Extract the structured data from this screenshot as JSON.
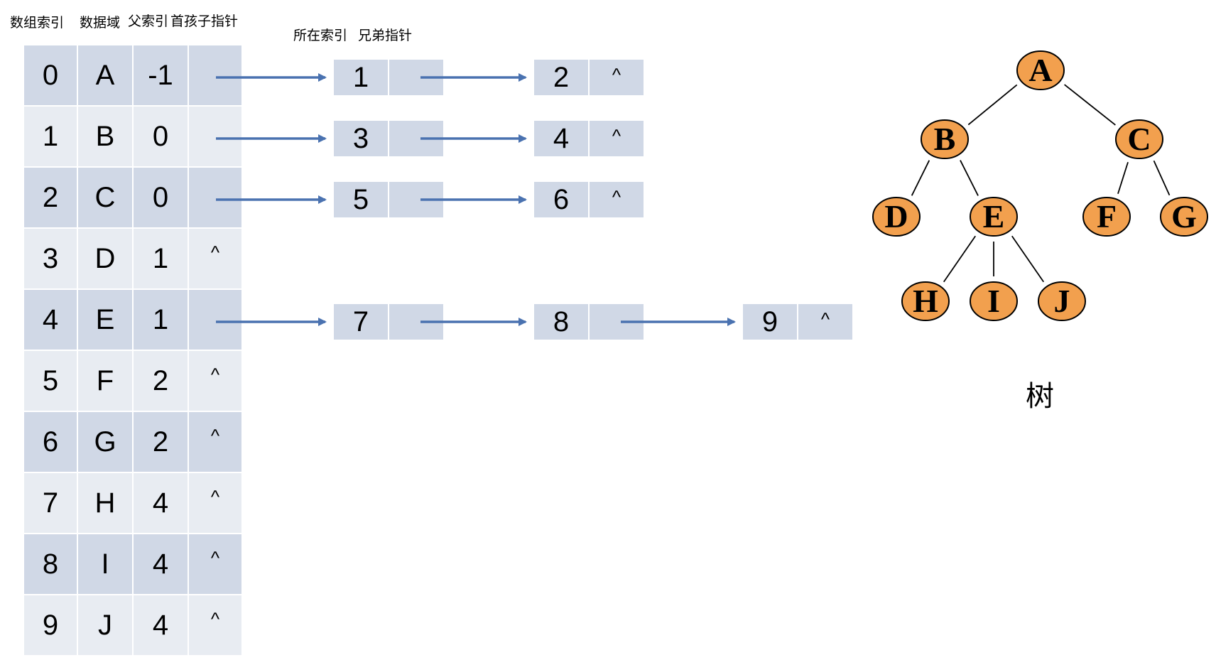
{
  "headers": {
    "array_index": "数组索引",
    "data_field": "数据域",
    "parent_index": "父索引",
    "first_child_pointer": "首孩子指针",
    "node_index": "所在索引",
    "sibling_pointer": "兄弟指针"
  },
  "null_symbol": "^",
  "table": [
    {
      "index": "0",
      "data": "A",
      "parent": "-1",
      "child": ""
    },
    {
      "index": "1",
      "data": "B",
      "parent": "0",
      "child": ""
    },
    {
      "index": "2",
      "data": "C",
      "parent": "0",
      "child": ""
    },
    {
      "index": "3",
      "data": "D",
      "parent": "1",
      "child": "^"
    },
    {
      "index": "4",
      "data": "E",
      "parent": "1",
      "child": ""
    },
    {
      "index": "5",
      "data": "F",
      "parent": "2",
      "child": "^"
    },
    {
      "index": "6",
      "data": "G",
      "parent": "2",
      "child": "^"
    },
    {
      "index": "7",
      "data": "H",
      "parent": "4",
      "child": "^"
    },
    {
      "index": "8",
      "data": "I",
      "parent": "4",
      "child": "^"
    },
    {
      "index": "9",
      "data": "J",
      "parent": "4",
      "child": "^"
    }
  ],
  "child_lists": [
    {
      "row": 0,
      "nodes": [
        {
          "value": "1",
          "next": ""
        },
        {
          "value": "2",
          "next": "^"
        }
      ]
    },
    {
      "row": 1,
      "nodes": [
        {
          "value": "3",
          "next": ""
        },
        {
          "value": "4",
          "next": "^"
        }
      ]
    },
    {
      "row": 2,
      "nodes": [
        {
          "value": "5",
          "next": ""
        },
        {
          "value": "6",
          "next": "^"
        }
      ]
    },
    {
      "row": 4,
      "nodes": [
        {
          "value": "7",
          "next": ""
        },
        {
          "value": "8",
          "next": ""
        },
        {
          "value": "9",
          "next": "^"
        }
      ]
    }
  ],
  "tree": {
    "caption": "树",
    "nodes": [
      "A",
      "B",
      "C",
      "D",
      "E",
      "F",
      "G",
      "H",
      "I",
      "J"
    ],
    "edges": [
      [
        "A",
        "B"
      ],
      [
        "A",
        "C"
      ],
      [
        "B",
        "D"
      ],
      [
        "B",
        "E"
      ],
      [
        "C",
        "F"
      ],
      [
        "C",
        "G"
      ],
      [
        "E",
        "H"
      ],
      [
        "E",
        "I"
      ],
      [
        "E",
        "J"
      ]
    ]
  },
  "colors": {
    "cell_dark": "#d0d8e6",
    "cell_light": "#e8ecf2",
    "arrow": "#4a72b0",
    "tree_node_fill": "#f2a04e",
    "tree_node_stroke": "#000000"
  }
}
